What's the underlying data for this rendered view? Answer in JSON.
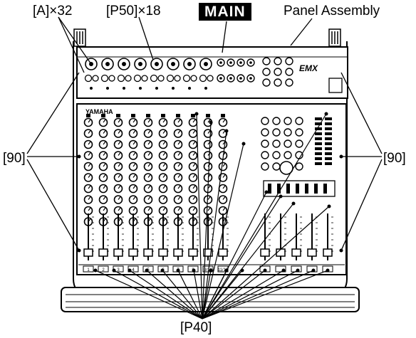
{
  "callouts": {
    "a_connectors": "[A]×32",
    "p50_screws": "[P50]×18",
    "main": "MAIN",
    "panel_assembly": "Panel Assembly",
    "screw_90_left": "[90]",
    "screw_90_right": "[90]",
    "p40_knobs": "[P40]"
  },
  "mixer": {
    "brand": "YAMAHA",
    "model": "EMX",
    "channel_numbers": [
      "1",
      "2",
      "3",
      "4",
      "5",
      "6",
      "7",
      "8",
      "9/10",
      "11/12",
      "",
      "",
      "",
      "",
      ""
    ]
  }
}
